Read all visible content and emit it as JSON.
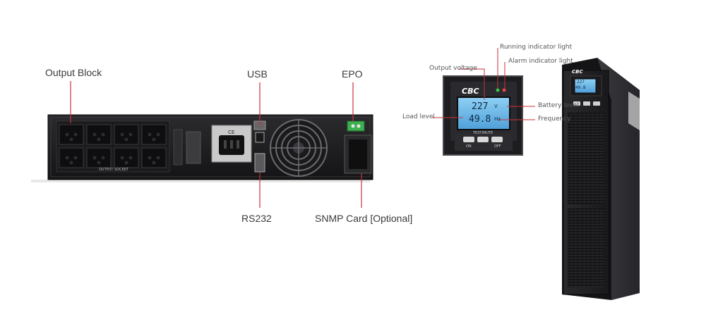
{
  "rear_labels": {
    "output_block": "Output Block",
    "usb": "USB",
    "epo": "EPO",
    "rs232": "RS232",
    "snmp_card": "SNMP Card [Optional]"
  },
  "panel_labels": {
    "running_light": "Running indicator light",
    "alarm_light": "Alarm indicator light",
    "output_voltage": "Output voltage",
    "battery_level": "Battery level",
    "load_level": "Load level",
    "frequency": "Frequency"
  },
  "display": {
    "voltage_reading": "227",
    "frequency_reading": "49.8",
    "voltage_unit": "V",
    "frequency_unit": "Hz",
    "brand": "CBC",
    "button_text": "TEST/MUTE",
    "button_on": "ON",
    "button_off": "OFF"
  },
  "rear_panel": {
    "ce_mark": "CE",
    "outlets_caption": "OUTPUT SOCKET"
  },
  "colors": {
    "callout_red": "#c8323a",
    "lcd_blue": "#5aa9dc",
    "device_dark": "#1c1c1f"
  }
}
